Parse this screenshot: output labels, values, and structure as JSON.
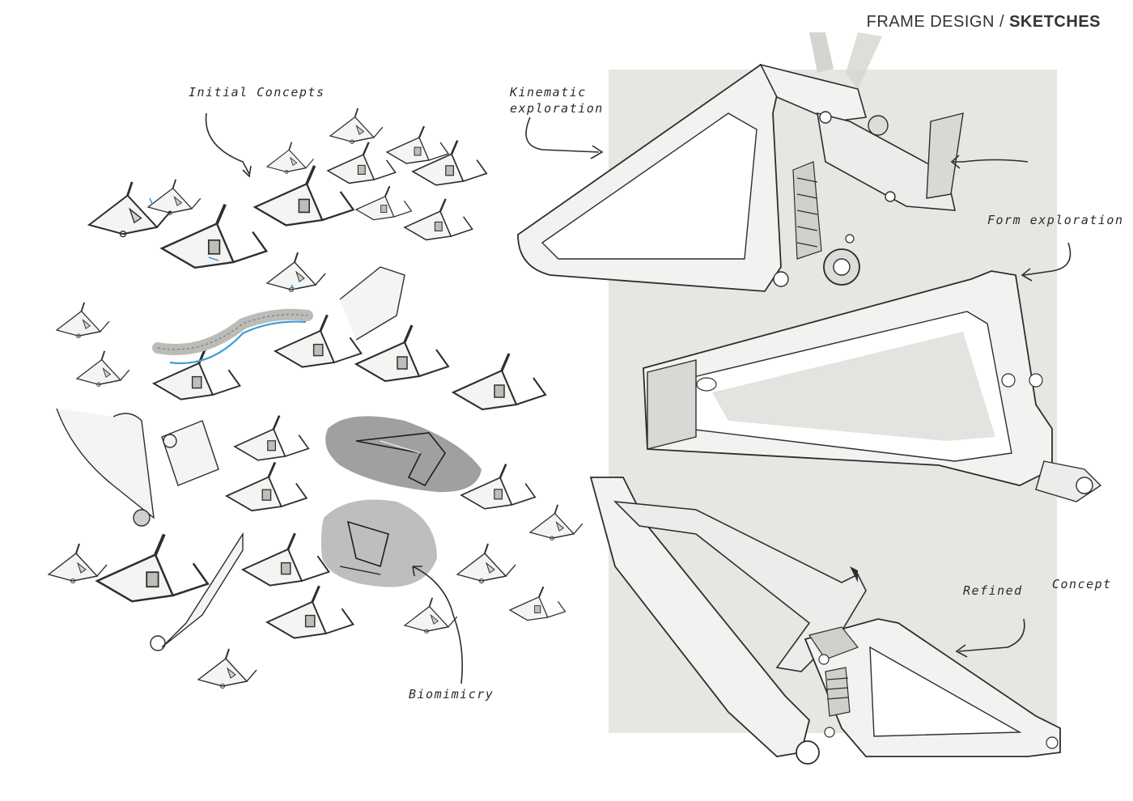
{
  "header": {
    "section": "FRAME DESIGN /",
    "subsection": "SKETCHES"
  },
  "annotations": {
    "initial_concepts": "Initial Concepts",
    "kinematic": "Kinematic\nexploration",
    "form": "Form exploration",
    "biomimicry": "Biomimicry",
    "refined": "Refined",
    "concept": "Concept"
  },
  "colors": {
    "panel": "#e6e6e3",
    "stroke": "#2e2e2e",
    "frame_fill": "#f2f2f0",
    "frame_shade": "#d4d4d0",
    "accent_blue": "#3d9bd8",
    "biomimicry_blob": "#8f8f8f"
  }
}
